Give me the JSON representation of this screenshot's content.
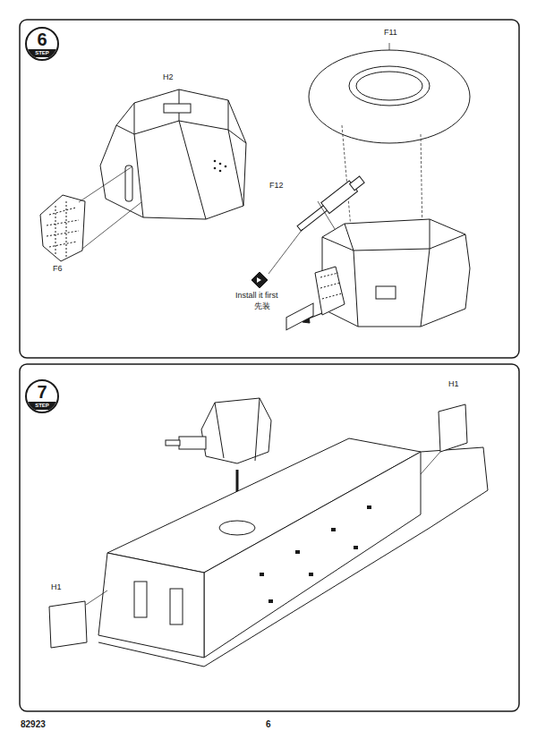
{
  "diagram": {
    "nodes": [
      {
        "text": [
          "6",
          "STEP"
        ]
      },
      {
        "text": [
          "7",
          "STEP"
        ]
      }
    ],
    "labels": [
      "H2",
      "F6",
      "F11",
      "F12",
      "Install it first",
      "先装",
      "H1",
      "H1",
      "82923",
      "6"
    ]
  }
}
